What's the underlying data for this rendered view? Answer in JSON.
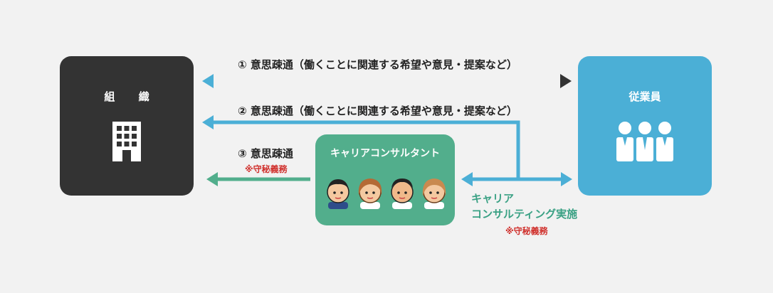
{
  "organization": {
    "title": "組 織",
    "icon": "building-icon",
    "color": "#333333"
  },
  "employee": {
    "title": "従業員",
    "icon": "people-icon",
    "color": "#4bafd6"
  },
  "consultant": {
    "title": "キャリアコンサルタント",
    "color": "#52ae8c",
    "faces": [
      "consultant-face-1",
      "consultant-face-2",
      "consultant-face-3",
      "consultant-face-4"
    ]
  },
  "flows": [
    {
      "label": "① 意思疎通（働くことに関連する希望や意見・提案など）"
    },
    {
      "label": "② 意思疎通（働くことに関連する希望や意見・提案など）"
    },
    {
      "label": "③ 意思疎通",
      "note": "※守秘義務"
    }
  ],
  "career": {
    "line1": "キャリア",
    "line2": "コンサルティング実施",
    "note": "※守秘義務"
  },
  "colors": {
    "background": "#f2f2f2",
    "blue_arrow": "#4bafd6",
    "dark_arrow": "#333333",
    "green_arrow": "#52ae8c",
    "note_red": "#d0312d"
  }
}
